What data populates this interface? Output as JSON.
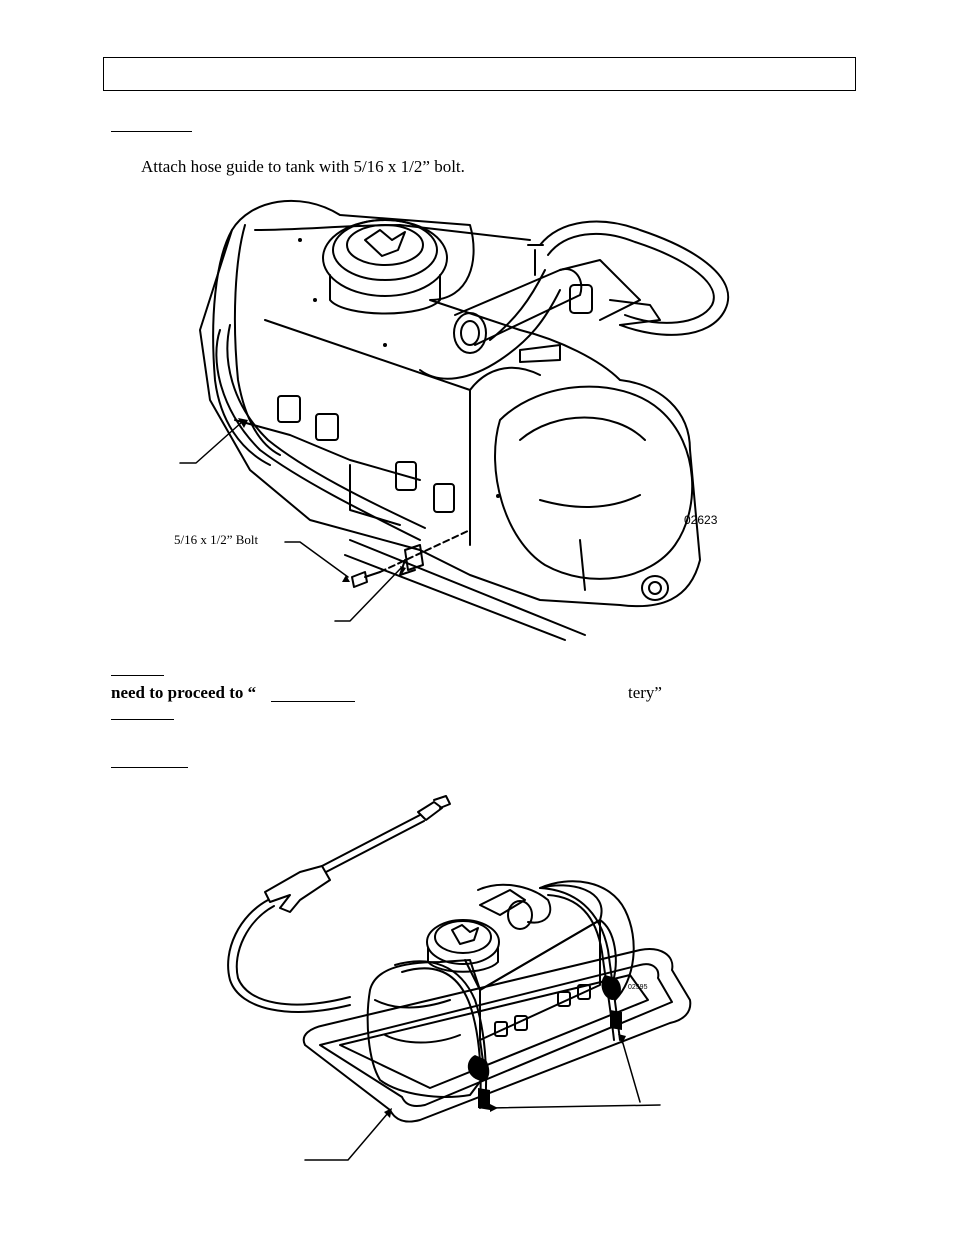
{
  "step_instruction": "Attach hose guide to tank with 5/16 x 1/2” bolt.",
  "figure1": {
    "bolt_label": "5/16 x 1/2” Bolt",
    "figure_code": "02623"
  },
  "note": {
    "line1_prefix": "need to proceed to “",
    "line1_suffix": "tery”"
  },
  "figure2": {
    "figure_code": "02595"
  }
}
